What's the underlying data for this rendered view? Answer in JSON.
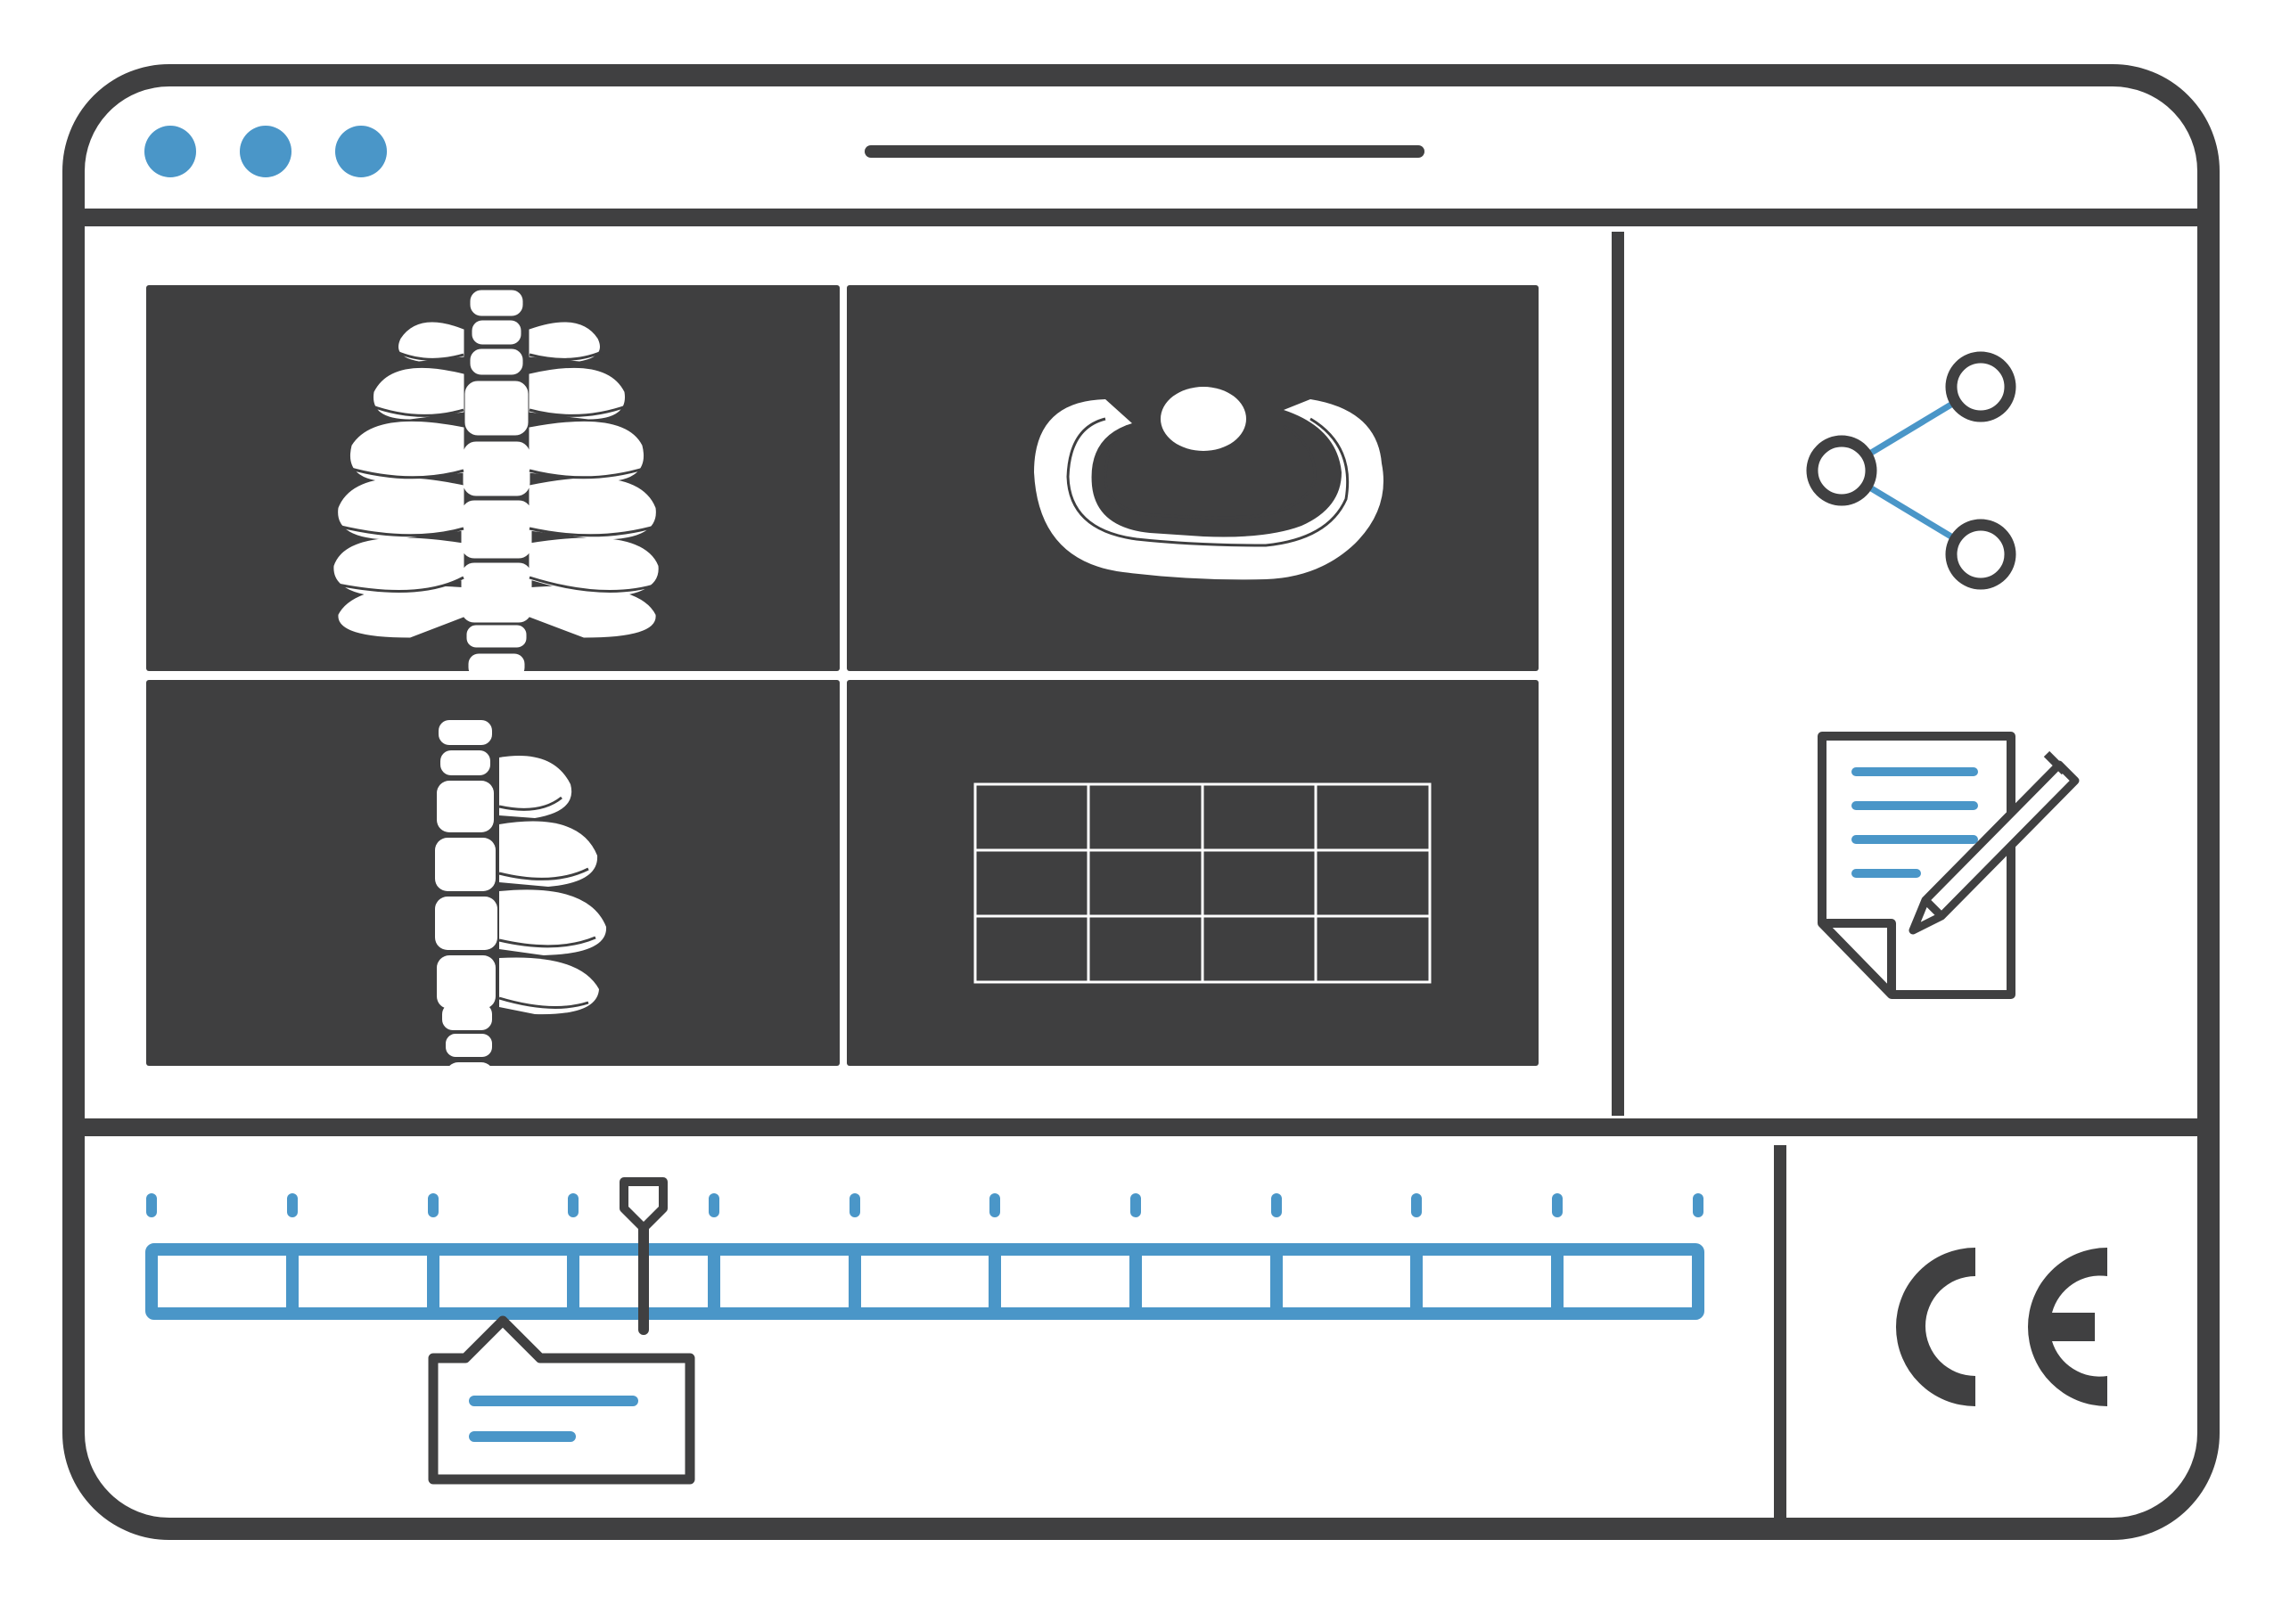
{
  "window": {
    "traffic_lights": [
      "dot-1",
      "dot-2",
      "dot-3"
    ],
    "address_bar": ""
  },
  "viewer": {
    "viewports": [
      {
        "id": "chest-frontal",
        "icon": "ribcage-frontal-icon"
      },
      {
        "id": "axial-slice",
        "icon": "axial-slice-icon"
      },
      {
        "id": "spine-lateral",
        "icon": "spine-lateral-icon"
      },
      {
        "id": "data-grid",
        "icon": "grid-table-icon",
        "rows": 3,
        "cols": 4
      }
    ]
  },
  "side_panel": {
    "tools": [
      {
        "id": "share",
        "icon": "share-icon"
      },
      {
        "id": "report",
        "icon": "edit-report-icon"
      }
    ]
  },
  "timeline": {
    "segments": 11,
    "playhead_segment": 3.5
  },
  "certification": {
    "mark": "CE",
    "icon": "ce-mark-icon"
  },
  "colors": {
    "outline": "#404041",
    "accent": "#4a96c8",
    "viewport_bg": "#3f3f40"
  }
}
